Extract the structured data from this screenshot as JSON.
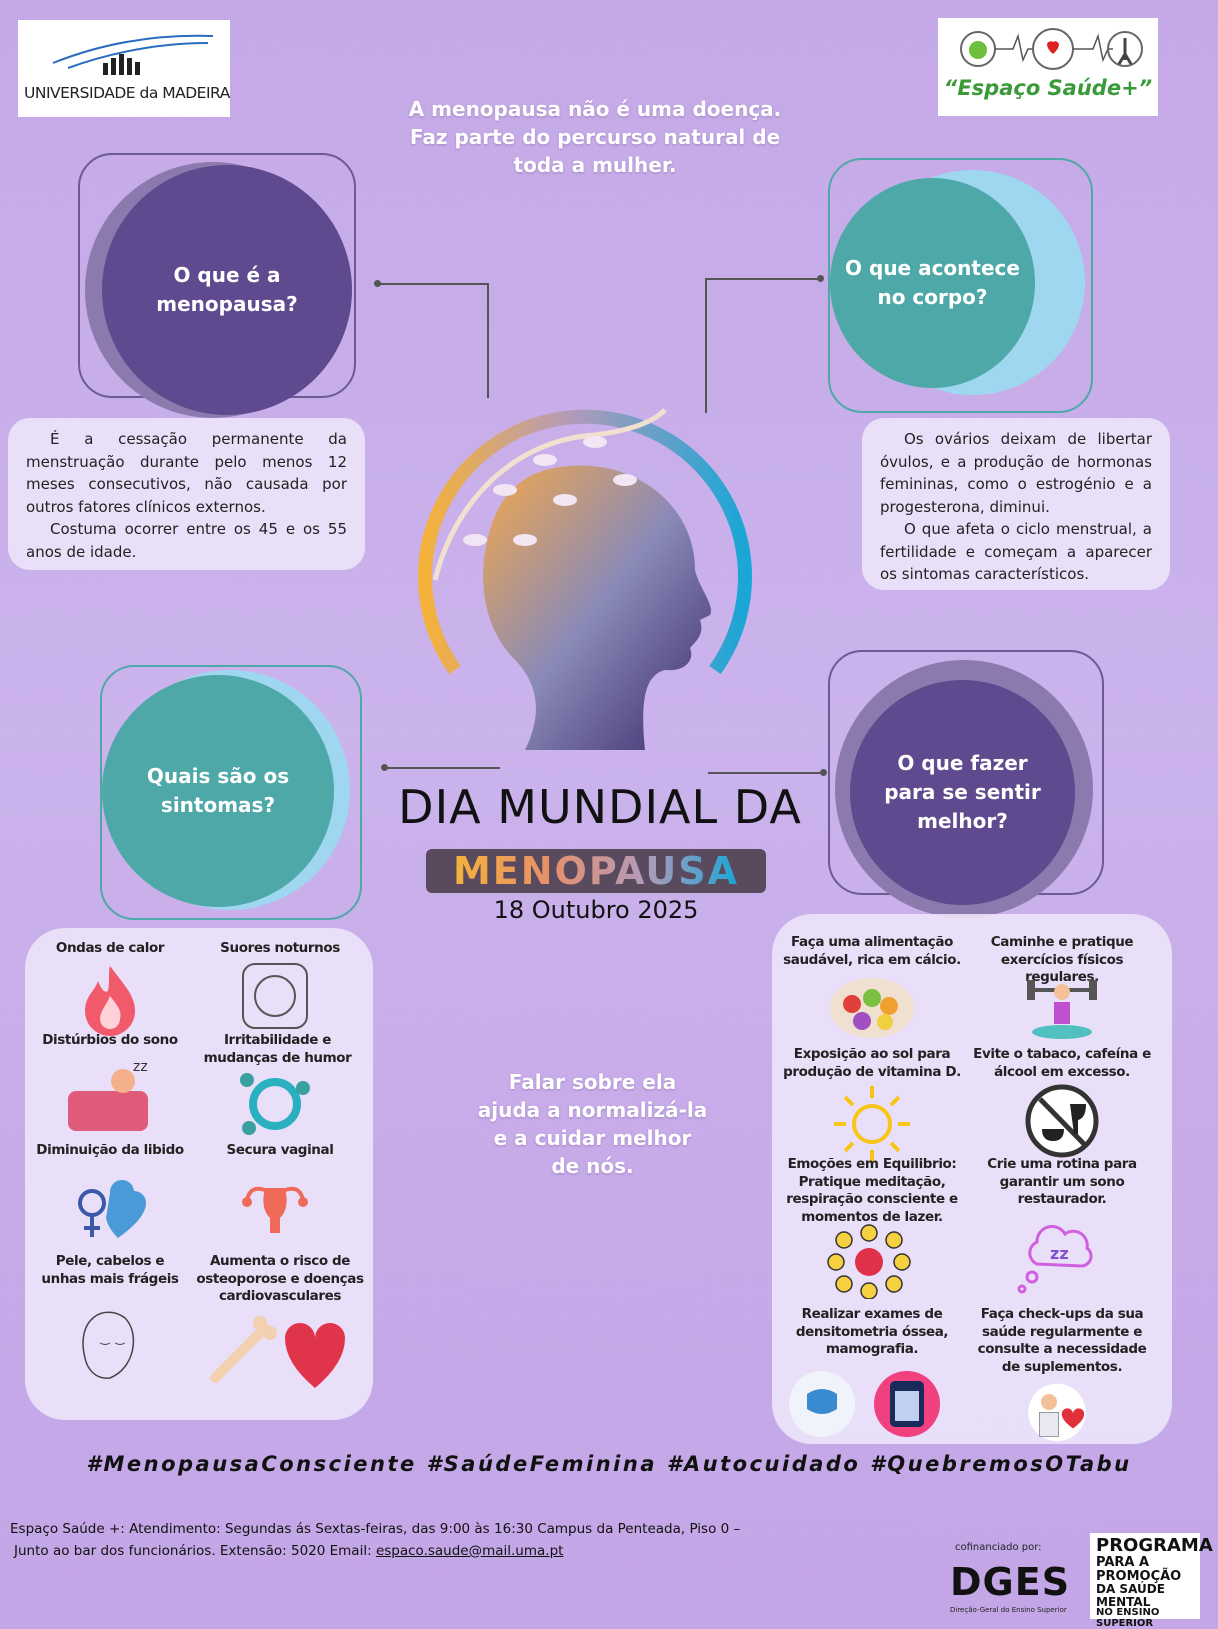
{
  "logos": {
    "uma": "UNIVERSIDADE da MADEIRA",
    "espaco": "“Espaço Saúde+”",
    "cofinanciado": "cofinanciado por:",
    "dges": "DGES",
    "dges_sub": "Direção-Geral do Ensino Superior",
    "programa": [
      "PROGRAMA",
      "PARA A PROMOÇÃO",
      "DA SAÚDE MENTAL",
      "NO ENSINO SUPERIOR"
    ]
  },
  "intro": [
    "A menopausa não é uma doença.",
    "Faz parte do percurso natural de",
    "toda a mulher."
  ],
  "sections": {
    "what": {
      "title": [
        "O que é a",
        "menopausa?"
      ],
      "paragraphs": [
        "É a cessação permanente da menstruação durante pelo menos 12 meses consecutivos, não causada por outros fatores clínicos externos.",
        "Costuma ocorrer entre os 45 e os 55 anos de idade."
      ]
    },
    "body": {
      "title": [
        "O que acontece",
        "no corpo?"
      ],
      "paragraphs": [
        "Os ovários deixam de libertar óvulos, e a produção de hormonas femininas, como o estrogénio e a progesterona, diminui.",
        "O que afeta o ciclo menstrual, a fertilidade e começam a aparecer os sintomas característicos."
      ]
    },
    "symptoms": {
      "title": [
        "Quais são os",
        "sintomas?"
      ]
    },
    "better": {
      "title": [
        "O que fazer",
        "para se sentir",
        "melhor?"
      ]
    }
  },
  "event": {
    "line1": "DIA MUNDIAL DA",
    "line2": "MENOPAUSA",
    "date": "18 Outubro 2025"
  },
  "symptoms": [
    {
      "label": "Ondas de calor",
      "icon": "flame-icon"
    },
    {
      "label": "Suores noturnos",
      "icon": "sweating-face-icon"
    },
    {
      "label": "Distúrbios do sono",
      "icon": "sleepless-person-icon"
    },
    {
      "label": "Irritabilidade e mudanças de humor",
      "icon": "mood-cycle-icon"
    },
    {
      "label": "Diminuição da libido",
      "icon": "heart-female-icon"
    },
    {
      "label": "Secura vaginal",
      "icon": "uterus-icon"
    },
    {
      "label": "Pele, cabelos e unhas mais frágeis",
      "icon": "face-icon"
    },
    {
      "label": "Aumenta o risco de osteoporose e doenças cardiovasculares",
      "icon": "bone-heart-icon"
    }
  ],
  "center_message": [
    "Falar sobre ela",
    "ajuda a normalizá-la",
    "e a cuidar melhor",
    "de nós."
  ],
  "tips": [
    {
      "label": "Faça uma alimentação saudável, rica em cálcio.",
      "icon": "food-bowl-icon"
    },
    {
      "label": "Caminhe e pratique exercícios físicos regulares.",
      "icon": "exercise-icon"
    },
    {
      "label": "Exposição ao sol para produção de vitamina D.",
      "icon": "sun-icon"
    },
    {
      "label": "Evite o tabaco, cafeína e álcool em excesso.",
      "icon": "no-coffee-alcohol-icon"
    },
    {
      "label": "Emoções em Equilibrio: Pratique meditação, respiração consciente e momentos de lazer.",
      "icon": "emotions-icon"
    },
    {
      "label": "Crie uma rotina para garantir um sono restaurador.",
      "icon": "sleep-cloud-icon"
    },
    {
      "label": "Realizar exames de densitometria óssea, mamografia.",
      "icon": "exam-icon"
    },
    {
      "label": "Faça check-ups da sua saúde regularmente e consulte a necessidade de suplementos.",
      "icon": "doctor-icon"
    }
  ],
  "hashtags": "#MenopausaConsciente #SaúdeFeminina #Autocuidado #QuebremosOTabu",
  "footer": {
    "line1": "Espaço Saúde +: Atendimento:  Segundas ás Sextas-feiras, das 9:00 às 16:30 Campus da Penteada, Piso 0 –",
    "line2": "Junto ao bar dos funcionários. Extensão: 5020  Email: ",
    "email": "espaco.saude@mail.uma.pt"
  },
  "colors": {
    "purple": "#5f4a8f",
    "teal": "#4fa8a8",
    "lightblue": "#9fd6f0",
    "bg": "#c7aee8"
  }
}
